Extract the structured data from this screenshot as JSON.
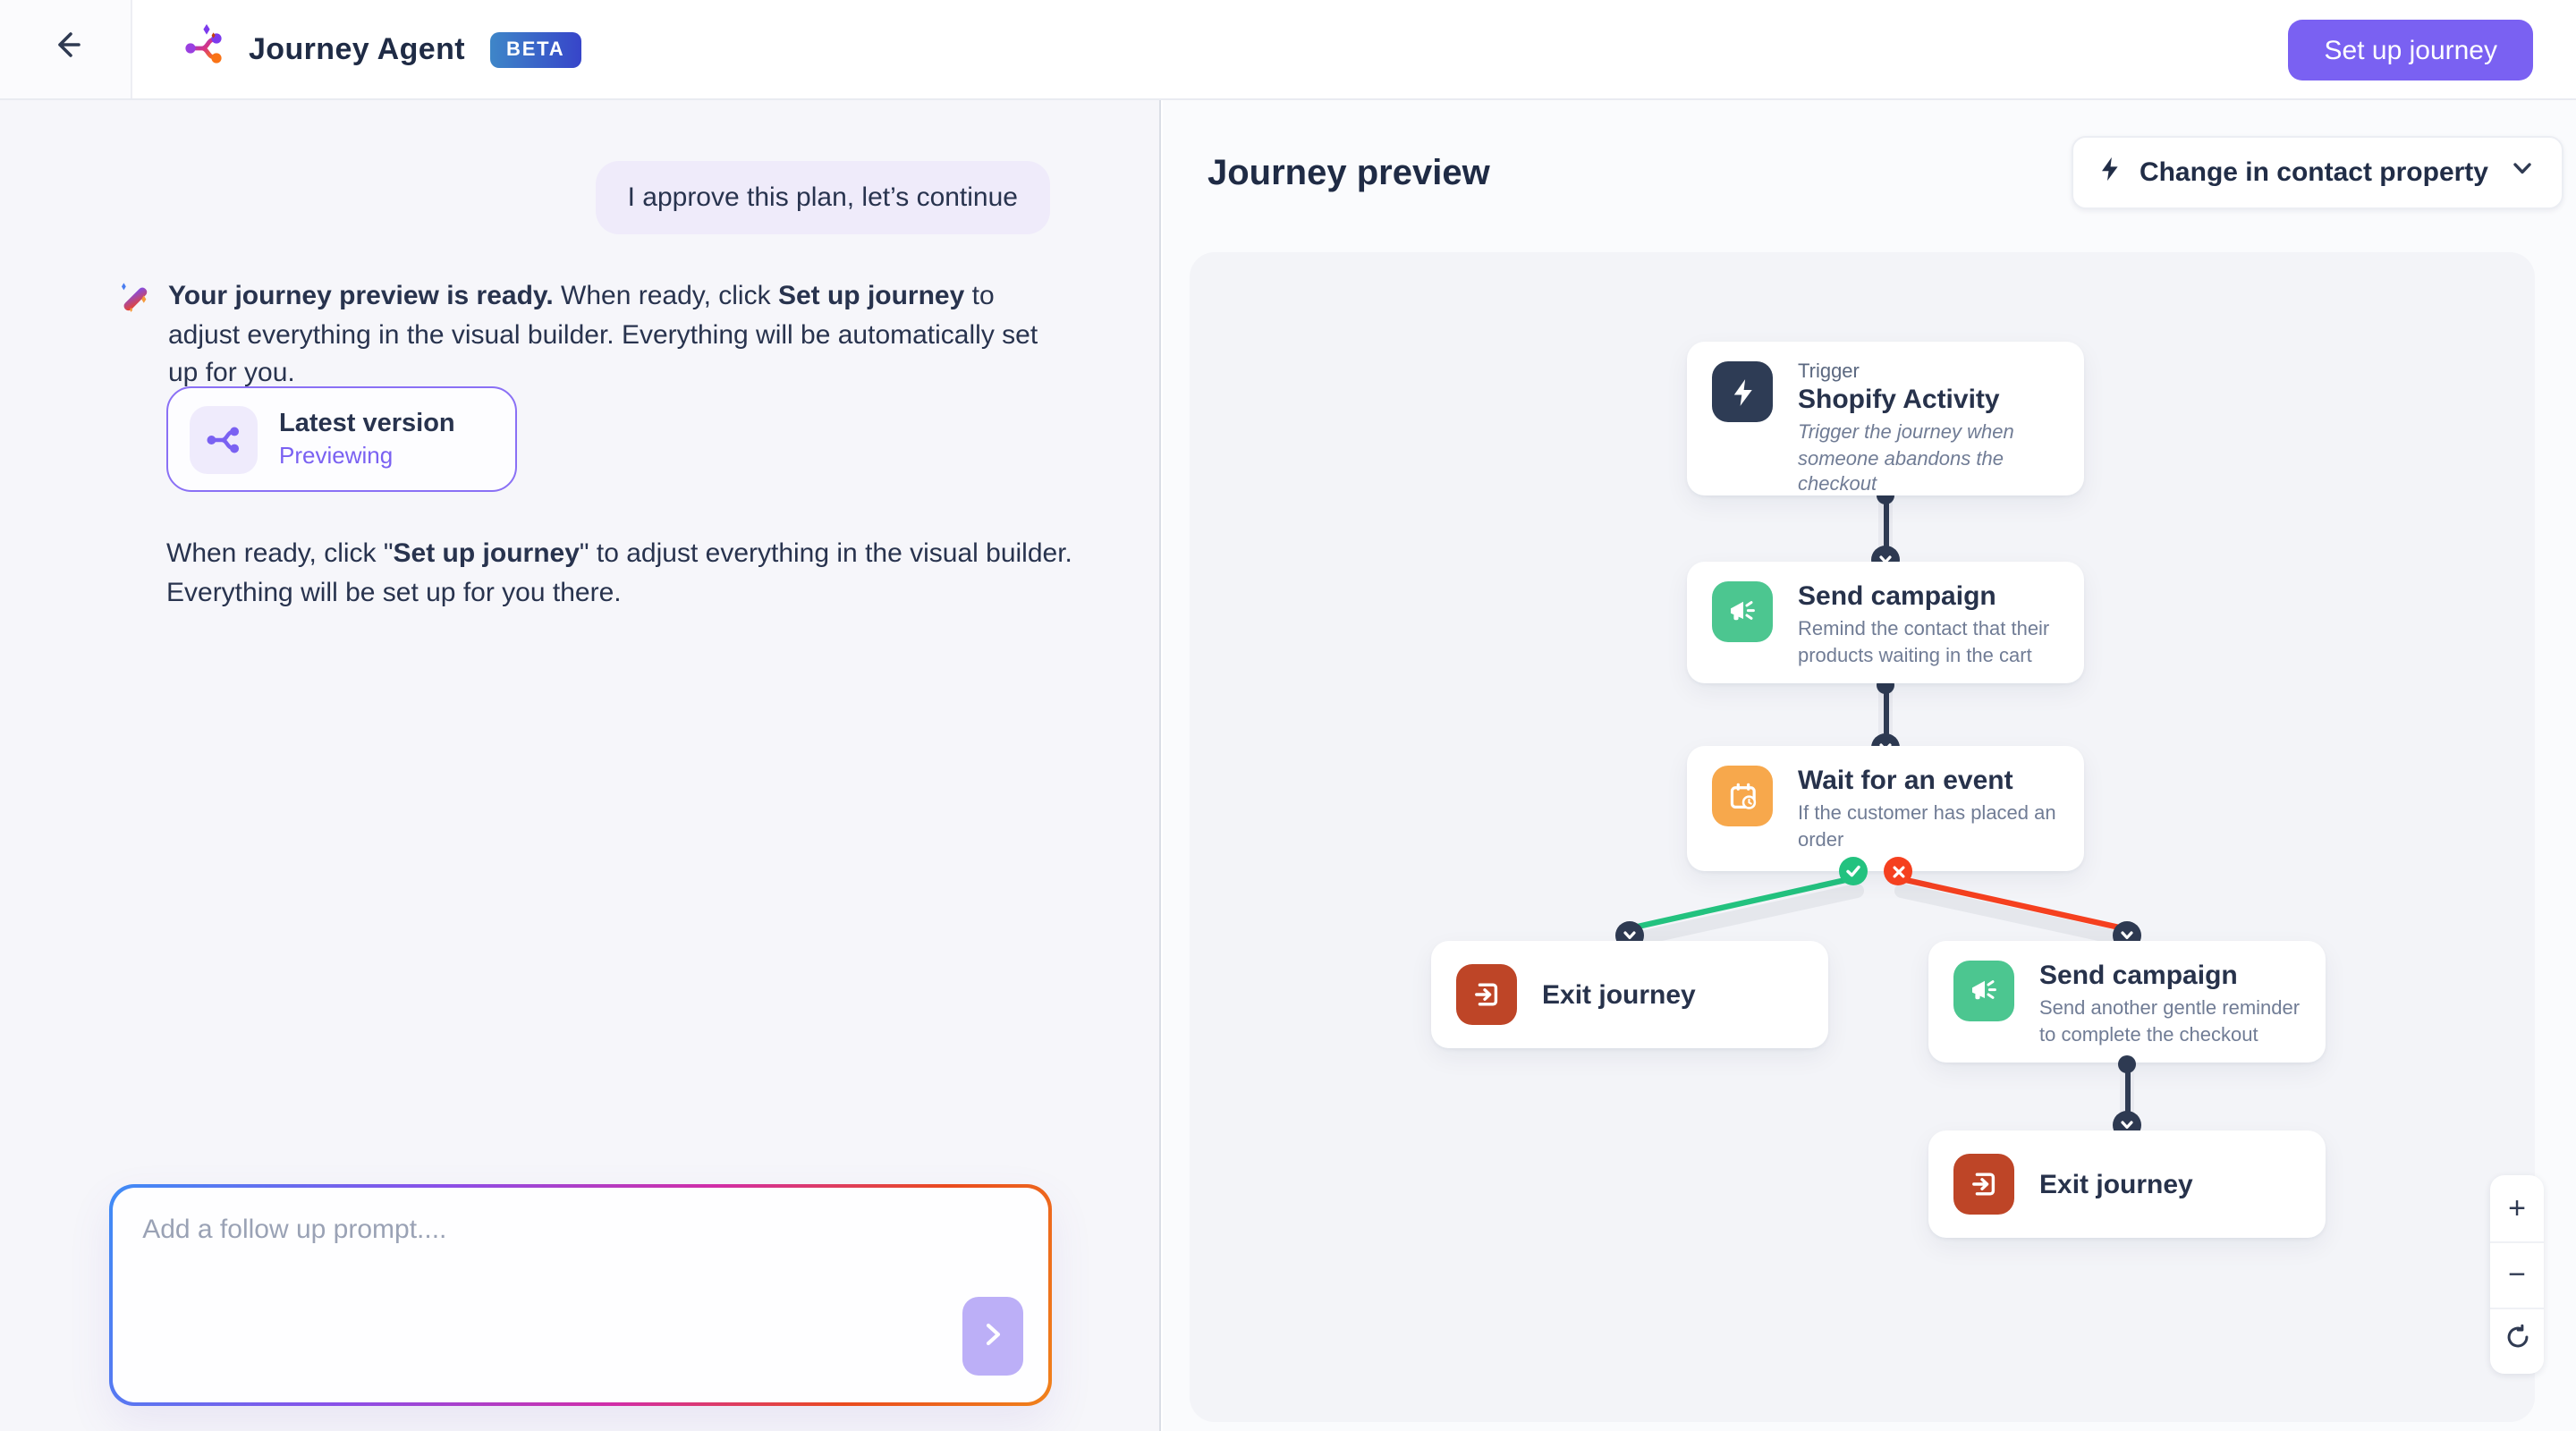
{
  "colors": {
    "accent_purple": "#7A61F2",
    "navy_text": "#27324B",
    "green_tile": "#4CC690",
    "orange_tile": "#F7A84C",
    "exit_red_tile": "#BE4527",
    "branch_yes_green": "#23C27F",
    "branch_no_red": "#F5401F",
    "connector": "#2E3A52",
    "beta_gradient_start": "#3E86C8",
    "beta_gradient_end": "#3745C9"
  },
  "header": {
    "back_icon": "arrow-left",
    "app_title": "Journey Agent",
    "beta_badge": "BETA",
    "setup_button_label": "Set up journey"
  },
  "chat": {
    "user_message": "I approve this plan, let’s continue",
    "assistant": {
      "wand_icon": "magic-wand",
      "seg_bold_1": "Your journey preview is ready.",
      "seg_2": " When ready, click ",
      "seg_bold_3": "Set up journey",
      "seg_4": " to adjust everything in the visual builder. Everything will be automatically set up for you."
    },
    "version_card": {
      "icon": "journey-branch",
      "title": "Latest version",
      "status": "Previewing"
    },
    "note": {
      "seg_1": "When ready, click \"",
      "seg_bold_2": "Set up journey",
      "seg_3": "\" to adjust everything in the visual builder. Everything will be set up for you there."
    },
    "input": {
      "placeholder": "Add a follow up prompt....",
      "send_icon": "chevron-right"
    }
  },
  "preview": {
    "title": "Journey preview",
    "trigger_dropdown": {
      "icon": "lightning-bolt",
      "label": "Change in contact property",
      "chevron_icon": "chevron-down"
    },
    "nodes": {
      "trigger": {
        "kind_label": "Trigger",
        "title": "Shopify Activity",
        "description": "Trigger the journey when someone abandons the checkout",
        "icon": "lightning-bolt"
      },
      "campaign1": {
        "title": "Send campaign",
        "description": "Remind the contact that their products waiting in the cart",
        "icon": "megaphone"
      },
      "wait": {
        "title": "Wait for an event",
        "description": "If the customer has placed an order",
        "icon": "calendar-event"
      },
      "exit1": {
        "title": "Exit journey",
        "icon": "exit-door"
      },
      "campaign2": {
        "title": "Send campaign",
        "description": "Send another gentle reminder to complete the checkout",
        "icon": "megaphone"
      },
      "exit2": {
        "title": "Exit journey",
        "icon": "exit-door"
      }
    },
    "zoom_controls": {
      "zoom_in_label": "+",
      "zoom_out_label": "−",
      "refresh_icon": "refresh"
    }
  }
}
